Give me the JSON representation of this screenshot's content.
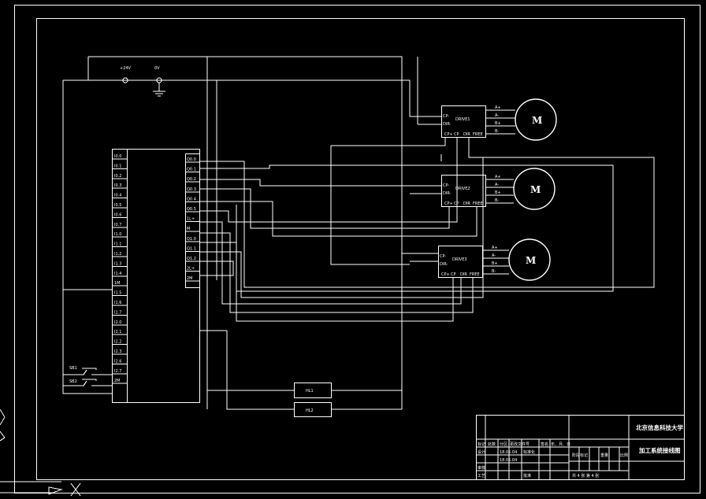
{
  "plc": {
    "inputs": [
      "I0.0",
      "I0.1",
      "I0.2",
      "I0.3",
      "I0.4",
      "I0.5",
      "I0.6",
      "I0.7",
      "I1.0",
      "I1.1",
      "I1.2",
      "I1.3",
      "I1.4",
      "1M",
      "I1.5",
      "I1.6",
      "I1.7",
      "I2.0",
      "I2.1",
      "I2.2",
      "I2.3",
      "I2.6",
      "I2.7",
      "2M"
    ],
    "outputs": [
      "Q0.0",
      "Q0.1",
      "Q0.2",
      "Q0.3",
      "Q0.4",
      "Q0.5",
      "1L+",
      "M",
      "Q1.0",
      "Q1.1",
      "Q1.2",
      "2L+",
      "2M"
    ]
  },
  "power": {
    "plus_label": "+24V",
    "zero_label": "0V"
  },
  "drivers": [
    {
      "name": "DRIVE1",
      "in_labels": [
        "CP-",
        "DIR-"
      ],
      "out_labels": [
        "A+",
        "A-",
        "B+",
        "B-"
      ],
      "bottom_labels": [
        "CP+",
        "CP",
        "DIR",
        "FREE"
      ],
      "motor_label": "M"
    },
    {
      "name": "DRIVE2",
      "in_labels": [
        "CP-",
        "DIR-"
      ],
      "out_labels": [
        "A+",
        "A-",
        "B+",
        "B-"
      ],
      "bottom_labels": [
        "CP+",
        "CP",
        "DIR",
        "FREE"
      ],
      "motor_label": "M"
    },
    {
      "name": "DRIVE3",
      "in_labels": [
        "CP-",
        "DIR-"
      ],
      "out_labels": [
        "A+",
        "A-",
        "B+",
        "B-"
      ],
      "bottom_labels": [
        "CP+",
        "CP",
        "DIR",
        "FREE"
      ],
      "motor_label": "M"
    }
  ],
  "switches": [
    "SB1",
    "SB2"
  ],
  "lamps": [
    "HL1",
    "HL2"
  ],
  "title_block": {
    "school": "北京信息科技大学",
    "drawing_title": "加工系统接线图",
    "header_cells": [
      "标记",
      "处数",
      "分区",
      "更改文件号",
      "签名",
      "年、月、日"
    ],
    "role_labels": [
      "设计",
      "审核",
      "工艺"
    ],
    "std_label": "标准化",
    "approve_label": "批准",
    "dates": [
      "18.05.04",
      "18.05.04"
    ],
    "stage_headers": [
      "阶段标记",
      "重量",
      "比例"
    ],
    "sheet_text": "共 4 张   第 4 张"
  }
}
